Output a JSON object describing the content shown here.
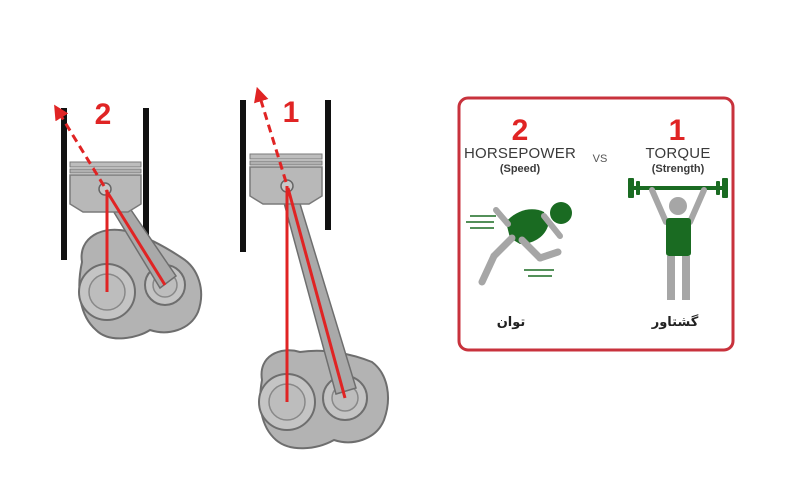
{
  "colors": {
    "accent_red": "#e02424",
    "card_border": "#c8323c",
    "figure_green": "#1a6b22",
    "figure_gray": "#a6a6a6",
    "metal": "#b7b7b7",
    "metal_dark": "#6e6e6e",
    "cylinder_wall": "#111111"
  },
  "engine_left": {
    "number": "2",
    "icon": "piston-crank-high-angle"
  },
  "engine_right": {
    "number": "1",
    "icon": "piston-crank-low-angle"
  },
  "card": {
    "horsepower": {
      "number": "2",
      "title": "HORSEPOWER",
      "subtitle": "(Speed)",
      "persian": "توان",
      "icon": "sprinter-icon"
    },
    "vs": "VS",
    "torque": {
      "number": "1",
      "title": "TORQUE",
      "subtitle": "(Strength)",
      "persian": "گشتاور",
      "icon": "weightlifter-icon"
    }
  }
}
